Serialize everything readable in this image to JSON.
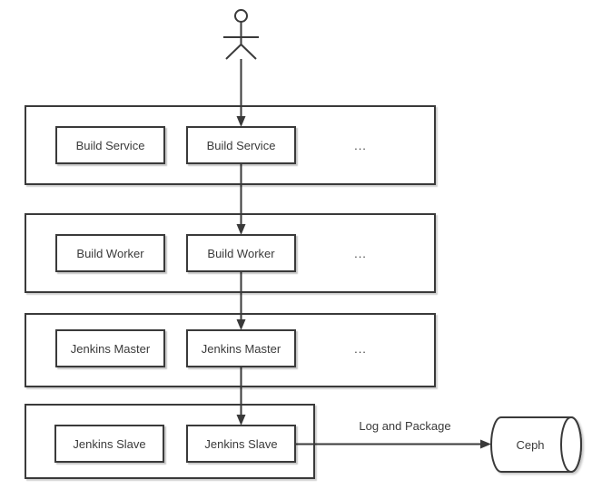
{
  "layers": [
    {
      "name": "build-service",
      "nodes": [
        "Build Service",
        "Build Service"
      ],
      "ellipsis": "..."
    },
    {
      "name": "build-worker",
      "nodes": [
        "Build Worker",
        "Build Worker"
      ],
      "ellipsis": "..."
    },
    {
      "name": "jenkins-master",
      "nodes": [
        "Jenkins Master",
        "Jenkins Master"
      ],
      "ellipsis": "..."
    },
    {
      "name": "jenkins-slave",
      "nodes": [
        "Jenkins Slave",
        "Jenkins Slave"
      ]
    }
  ],
  "edge": {
    "label": "Log and Package"
  },
  "storage": {
    "label": "Ceph"
  },
  "icons": {
    "actor": "stick-figure-actor",
    "storage": "cylinder-database"
  },
  "colors": {
    "line": "#3a3a3a",
    "background": "#ffffff"
  }
}
